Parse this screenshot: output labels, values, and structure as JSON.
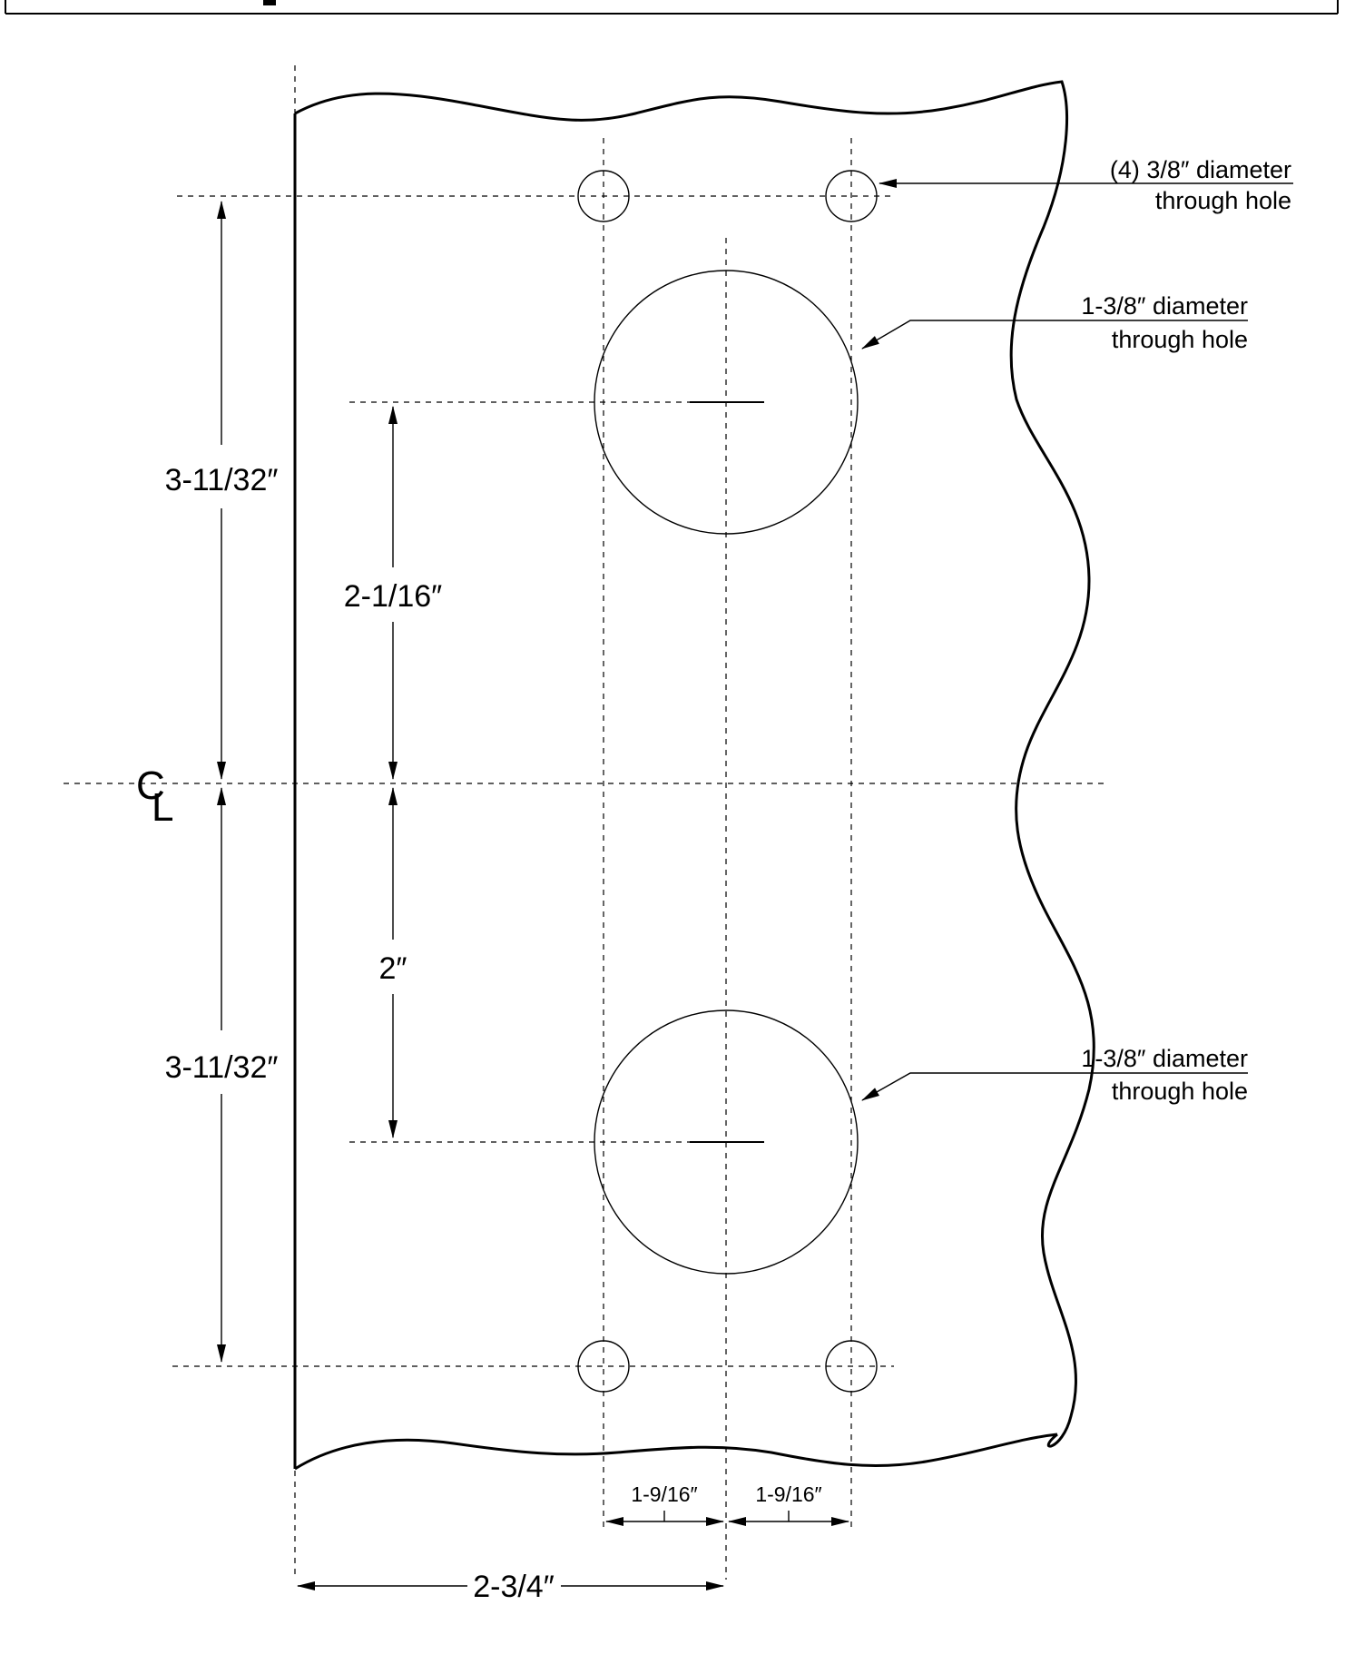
{
  "header_bar": {
    "border_color": "#000000"
  },
  "centerline": {
    "symbol_c": "C",
    "symbol_l": "L"
  },
  "dimensions": {
    "upper_overall": "3-11/32″",
    "lower_overall": "3-11/32″",
    "upper_to_hole": "2-1/16″",
    "lower_to_hole": "2″",
    "left_offset": "1-9/16″",
    "right_offset": "1-9/16″",
    "edge_to_center": "2-3/4″"
  },
  "callouts": {
    "small_holes_line1": "(4) 3/8″ diameter",
    "small_holes_line2": "through hole",
    "upper_large_line1": "1-3/8″ diameter",
    "upper_large_line2": "through hole",
    "lower_large_line1": "1-3/8″ diameter",
    "lower_large_line2": "through hole"
  },
  "colors": {
    "ink": "#000000",
    "paper": "#ffffff"
  }
}
